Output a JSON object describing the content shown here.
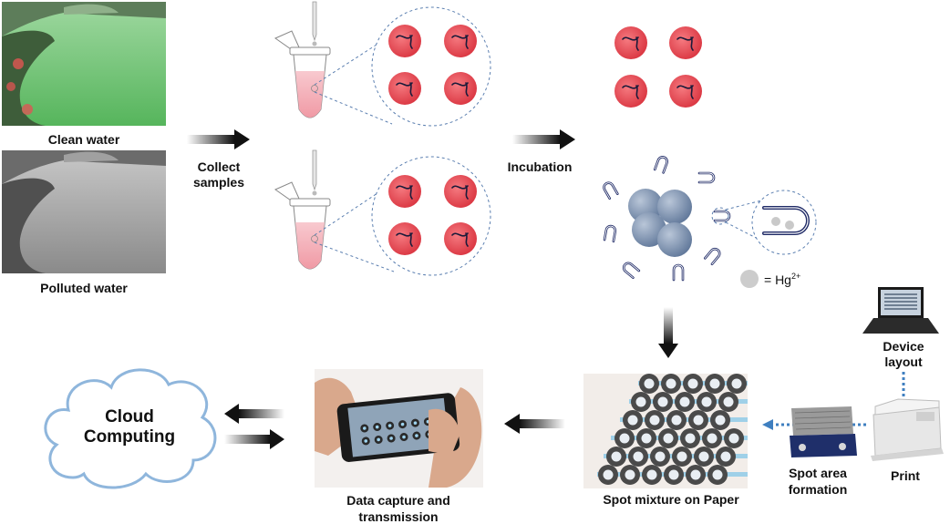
{
  "labels": {
    "clean_water": "Clean water",
    "polluted_water": "Polluted water",
    "collect_line1": "Collect",
    "collect_line2": "samples",
    "incubation": "Incubation",
    "hg_prefix": "= Hg",
    "hg_sup": "2+",
    "device_line1": "Device",
    "device_line2": "layout",
    "print": "Print",
    "spot_area_line1": "Spot area",
    "spot_area_line2": "formation",
    "spot_mixture": "Spot mixture on Paper",
    "data_capture_line1": "Data capture and",
    "data_capture_line2": "transmission",
    "cloud_line1": "Cloud",
    "cloud_line2": "Computing"
  },
  "colors": {
    "clean_water": "#6ec46a",
    "polluted_water": "#9a9a9a",
    "cell_red": "#e8404a",
    "nanoparticle": "#6f86a6",
    "aptamer": "#1f2a66",
    "cloud_stroke": "#8fb6dc",
    "dotted_arrow": "#3f7fc0",
    "paper_blue": "#8ecbe6"
  }
}
